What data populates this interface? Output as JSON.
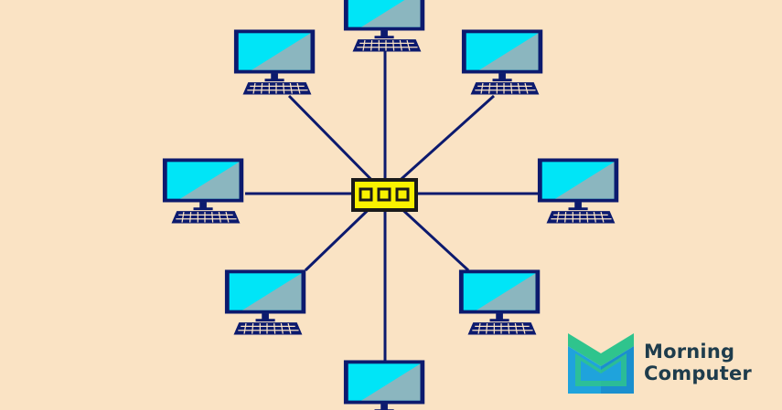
{
  "diagram": {
    "type": "star-network-topology",
    "hub": {
      "icon": "network-hub-icon",
      "port_count": 3
    },
    "nodes": [
      {
        "id": "pc-top",
        "icon": "desktop-computer-icon"
      },
      {
        "id": "pc-top-left",
        "icon": "desktop-computer-icon"
      },
      {
        "id": "pc-top-right",
        "icon": "desktop-computer-icon"
      },
      {
        "id": "pc-left",
        "icon": "desktop-computer-icon"
      },
      {
        "id": "pc-right",
        "icon": "desktop-computer-icon"
      },
      {
        "id": "pc-bottom-left",
        "icon": "desktop-computer-icon"
      },
      {
        "id": "pc-bottom-right",
        "icon": "desktop-computer-icon"
      },
      {
        "id": "pc-bottom",
        "icon": "desktop-computer-icon"
      }
    ],
    "colors": {
      "background": "#fae3c4",
      "cable": "#0c1a6e",
      "monitor_frame": "#0c1a6e",
      "screen_cyan": "#00e5f7",
      "screen_gray": "#8bb6bf",
      "hub_fill": "#f9f200",
      "hub_border": "#1a1a1a",
      "brand_text": "#1e3c4c",
      "brand_green": "#2fc48d",
      "brand_blue": "#1fa3dc"
    }
  },
  "brand": {
    "logo_icon": "morning-computer-logo-icon",
    "line1": "Morning",
    "line2": "Computer"
  }
}
